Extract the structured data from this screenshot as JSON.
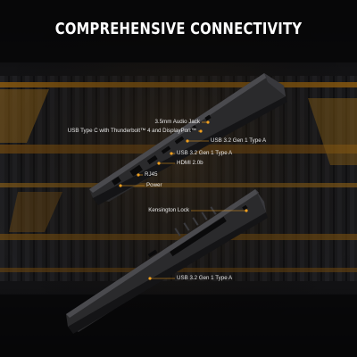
{
  "title": "COMPREHENSIVE CONNECTIVITY",
  "colors": {
    "background": "#0b0b0c",
    "accent": "#f0a020",
    "chassis": "#2a2a2c",
    "chassis_edge": "#4a4a4e",
    "label_text": "#e8e8e8"
  },
  "ports_left_side": [
    {
      "label": "3.5mm Audio Jack"
    },
    {
      "label": "USB Type C with Thunderbolt™ 4 and DisplayPort™"
    },
    {
      "label": "USB 3.2 Gen 1 Type A"
    },
    {
      "label": "USB 3.2 Gen 1 Type A"
    },
    {
      "label": "HDMI 2.0b"
    },
    {
      "label": "RJ45"
    },
    {
      "label": "Power"
    }
  ],
  "ports_right_side": [
    {
      "label": "Kensington Lock"
    },
    {
      "label": "USB 3.2 Gen 1 Type A"
    }
  ]
}
